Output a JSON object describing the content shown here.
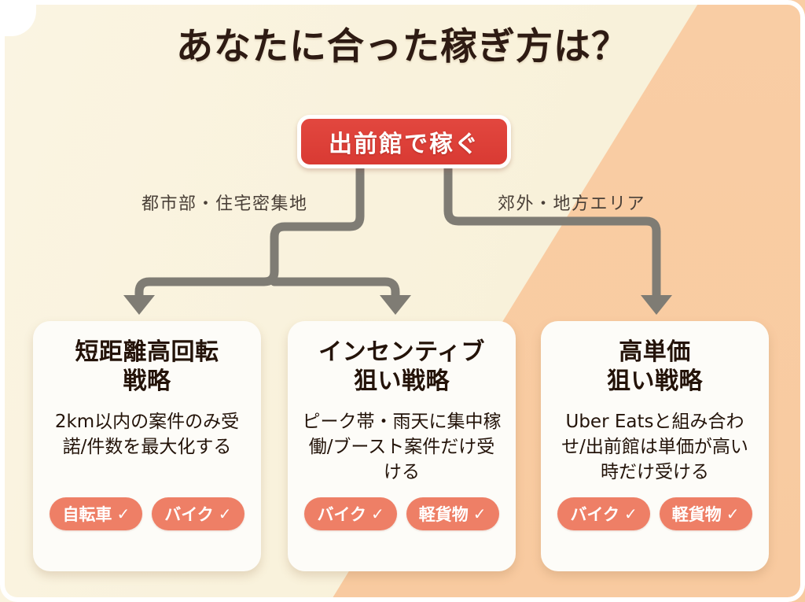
{
  "page": {
    "title": "あなたに合った稼ぎ方は？",
    "background_base_color": "#F9F2DC",
    "background_accent_color": "#F9CDA4"
  },
  "root_node": {
    "label": "出前館で稼ぐ",
    "fill_color": "#DC433B",
    "text_color": "#FFFFFF"
  },
  "branches": {
    "left_label": "都市部・住宅密集地",
    "right_label": "郊外・地方エリア",
    "connector_color": "#7F7C74"
  },
  "cards": [
    {
      "title": "短距離高回転\n戦略",
      "body": "2km以内の案件のみ受諾/件数を最大化する",
      "tags": [
        {
          "label": "自転車",
          "check": "✓"
        },
        {
          "label": "バイク",
          "check": "✓"
        }
      ]
    },
    {
      "title": "インセンティブ\n狙い戦略",
      "body": "ピーク帯・雨天に集中稼働/ブースト案件だけ受ける",
      "tags": [
        {
          "label": "バイク",
          "check": "✓"
        },
        {
          "label": "軽貨物",
          "check": "✓"
        }
      ]
    },
    {
      "title": "高単価\n狙い戦略",
      "body": "Uber Eatsと組み合わせ/出前館は単価が高い時だけ受ける",
      "tags": [
        {
          "label": "バイク",
          "check": "✓"
        },
        {
          "label": "軽貨物",
          "check": "✓"
        }
      ]
    }
  ],
  "tag_style": {
    "fill_color": "#EE7F66",
    "text_color": "#FFFFFF"
  }
}
